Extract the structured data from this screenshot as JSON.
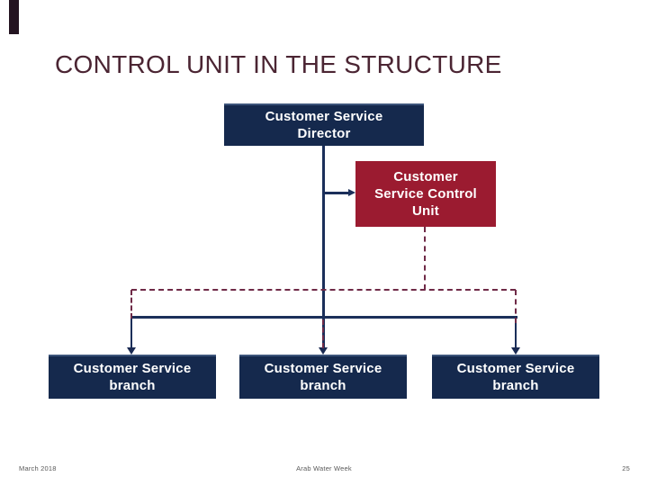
{
  "slide": {
    "title": "CONTROL UNIT IN THE STRUCTURE",
    "footer": {
      "date": "March 2018",
      "event": "Arab Water Week",
      "page_number": "25"
    }
  },
  "org_chart": {
    "director": {
      "label": "Customer Service Director",
      "lines": [
        "Customer Service",
        "Director"
      ]
    },
    "control_unit": {
      "label": "Customer Service Control Unit",
      "lines": [
        "Customer",
        "Service Control",
        "Unit"
      ]
    },
    "branches": [
      {
        "label": "Customer Service branch",
        "lines": [
          "Customer Service",
          "branch"
        ]
      },
      {
        "label": "Customer Service branch",
        "lines": [
          "Customer Service",
          "branch"
        ]
      },
      {
        "label": "Customer Service branch",
        "lines": [
          "Customer Service",
          "branch"
        ]
      }
    ]
  },
  "colors": {
    "background": "#ffffff",
    "navy_box": "#15294d",
    "red_box": "#9b1b30",
    "connector_navy": "#1b2f5a",
    "connector_dashed_maroon": "#6f2a47",
    "title_text": "#4b2533",
    "box_text": "#ffffff",
    "footer_text": "#595959",
    "corner_bar": "#241421"
  }
}
